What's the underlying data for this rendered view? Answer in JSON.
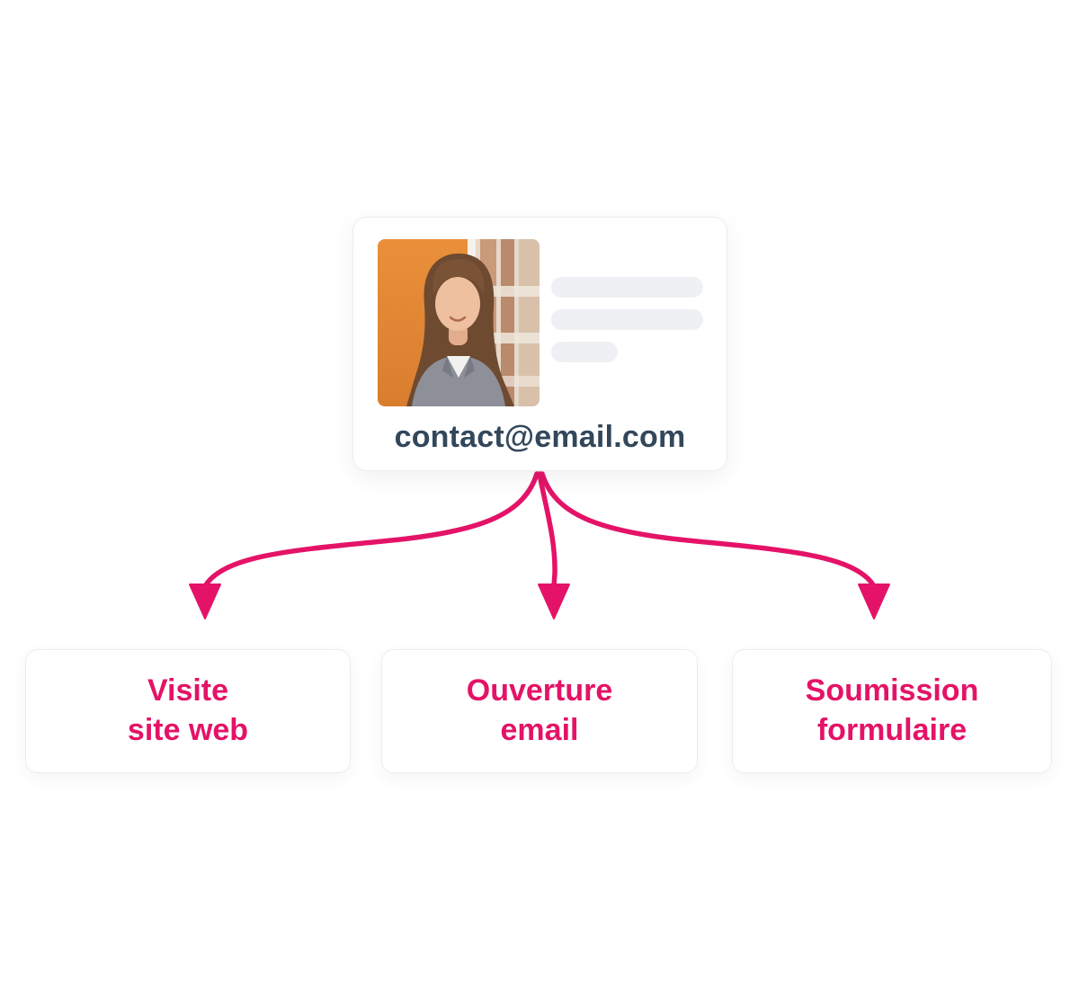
{
  "colors": {
    "accent": "#e41367",
    "text_dark": "#33475b",
    "card_border": "#ececf1",
    "placeholder": "#eef0f4",
    "background": "#ffffff"
  },
  "contact_card": {
    "email": "contact@email.com",
    "photo": "woman-portrait-photo",
    "placeholder_line_count": 3
  },
  "event_nodes": [
    {
      "label": "Visite\nsite web"
    },
    {
      "label": "Ouverture\nemail"
    },
    {
      "label": "Soumission\nformulaire"
    }
  ]
}
